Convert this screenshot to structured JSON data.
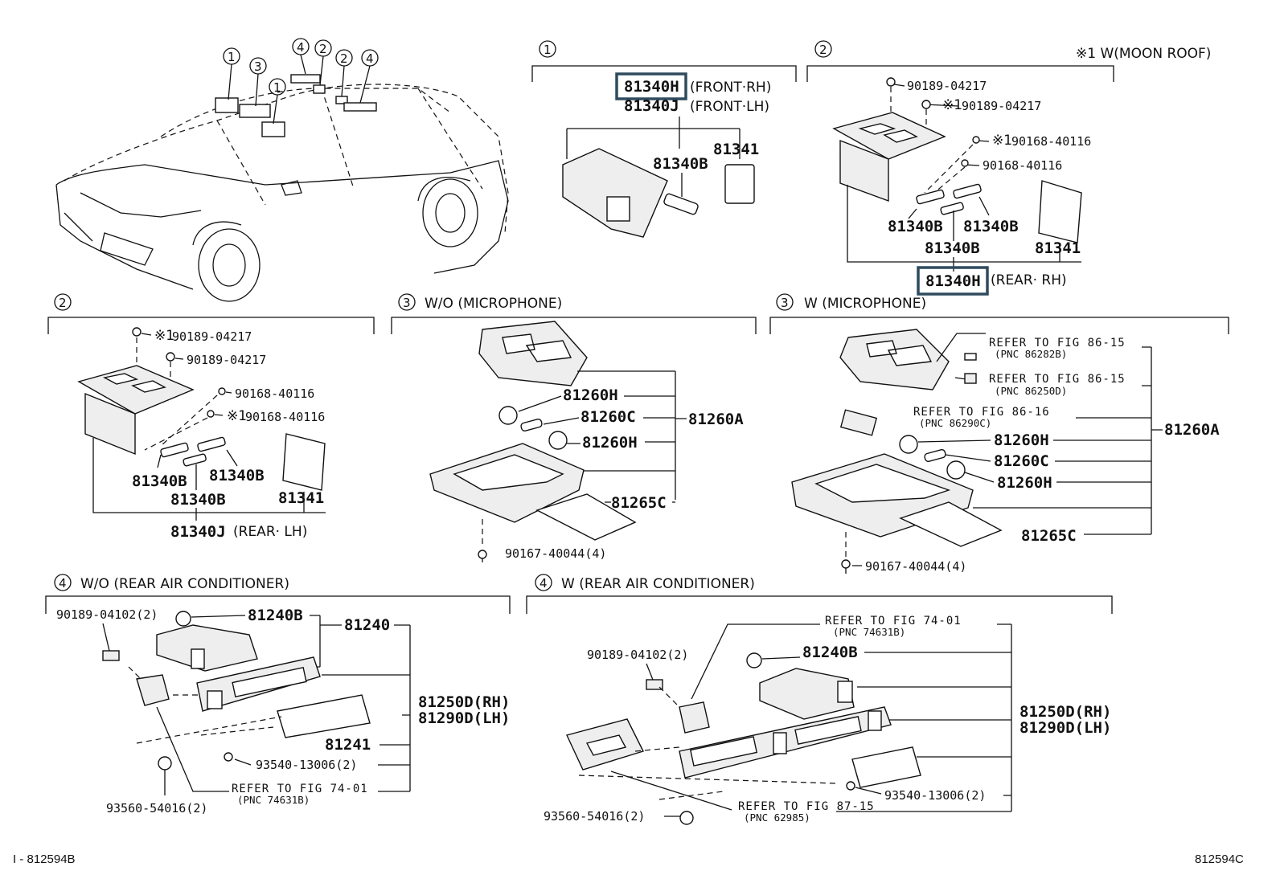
{
  "legend_note": "※1 W(MOON ROOF)",
  "vehicle": {
    "callouts": [
      "1",
      "3",
      "1",
      "4",
      "2",
      "2",
      "4"
    ]
  },
  "section_front_map": {
    "num": "1",
    "pn_front_rh": "81340H",
    "desc_front_rh": "(FRONT·RH)",
    "pn_front_lh": "81340J",
    "desc_front_lh": "(FRONT·LH)",
    "bulb": "81340B",
    "lens": "81341"
  },
  "section_rear_rh": {
    "num": "2",
    "screw1": "90189-04217",
    "screw2_mark": "※1",
    "screw2": "90189-04217",
    "clip1_mark": "※1",
    "clip1": "90168-40116",
    "clip2": "90168-40116",
    "bulb_a": "81340B",
    "bulb_b": "81340B",
    "bulb_c": "81340B",
    "lens": "81341",
    "pn": "81340H",
    "desc": "(REAR· RH)"
  },
  "section_rear_lh": {
    "num": "2",
    "screw1_mark": "※1",
    "screw1": "90189-04217",
    "screw2": "90189-04217",
    "clip1": "90168-40116",
    "clip2_mark": "※1",
    "clip2": "90168-40116",
    "bulb_a": "81340B",
    "bulb_b": "81340B",
    "bulb_c": "81340B",
    "lens": "81341",
    "pn": "81340J",
    "desc": "(REAR· LH)"
  },
  "section_room_wo_mic": {
    "num": "3",
    "title": "W/O (MICROPHONE)",
    "bulb1": "81260H",
    "bulb2": "81260C",
    "bulb3": "81260H",
    "assy": "81260A",
    "lens": "81265C",
    "screw": "90167-40044(4)"
  },
  "section_room_w_mic": {
    "num": "3",
    "title": "W (MICROPHONE)",
    "ref1": "REFER TO FIG 86-15",
    "ref1_pnc": "(PNC 86282B)",
    "ref2": "REFER TO FIG 86-15",
    "ref2_pnc": "(PNC 86250D)",
    "ref3": "REFER TO FIG 86-16",
    "ref3_pnc": "(PNC 86290C)",
    "bulb1": "81260H",
    "bulb2": "81260C",
    "bulb3": "81260H",
    "assy": "81260A",
    "lens": "81265C",
    "screw": "90167-40044(4)"
  },
  "section_personal_wo_ac": {
    "num": "4",
    "title": "W/O (REAR AIR CONDITIONER)",
    "screw_a": "90189-04102(2)",
    "bulb": "81240B",
    "assy": "81240",
    "pn_rh": "81250D(RH)",
    "pn_lh": "81290D(LH)",
    "lens": "81241",
    "screw_b": "93540-13006(2)",
    "ref": "REFER TO FIG 74-01",
    "ref_pnc": "(PNC 74631B)",
    "screw_c": "93560-54016(2)"
  },
  "section_personal_w_ac": {
    "num": "4",
    "title": "W (REAR AIR CONDITIONER)",
    "ref1": "REFER TO FIG 74-01",
    "ref1_pnc": "(PNC 74631B)",
    "screw_a": "90189-04102(2)",
    "bulb": "81240B",
    "pn_rh": "81250D(RH)",
    "pn_lh": "81290D(LH)",
    "screw_b": "93540-13006(2)",
    "ref2": "REFER TO FIG 87-15",
    "ref2_pnc": "(PNC 62985)",
    "screw_c": "93560-54016(2)"
  },
  "footer": {
    "left": "I - 812594B",
    "right": "812594C"
  }
}
